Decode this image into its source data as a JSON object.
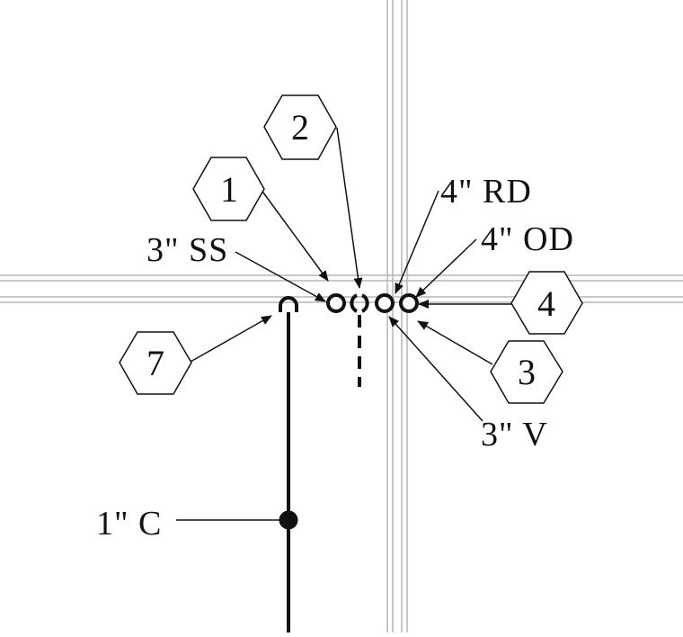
{
  "drawing": {
    "callouts": [
      {
        "id": "1",
        "label": "1"
      },
      {
        "id": "2",
        "label": "2"
      },
      {
        "id": "3",
        "label": "3"
      },
      {
        "id": "4",
        "label": "4"
      },
      {
        "id": "7",
        "label": "7"
      }
    ],
    "pipe_labels": {
      "ss": "3\" SS",
      "rd": "4\" RD",
      "od": "4\" OD",
      "v": "3\" V",
      "c": "1\" C"
    }
  },
  "colors": {
    "line": "#111111",
    "wall": "#b5b5b5",
    "background": "#ffffff"
  }
}
